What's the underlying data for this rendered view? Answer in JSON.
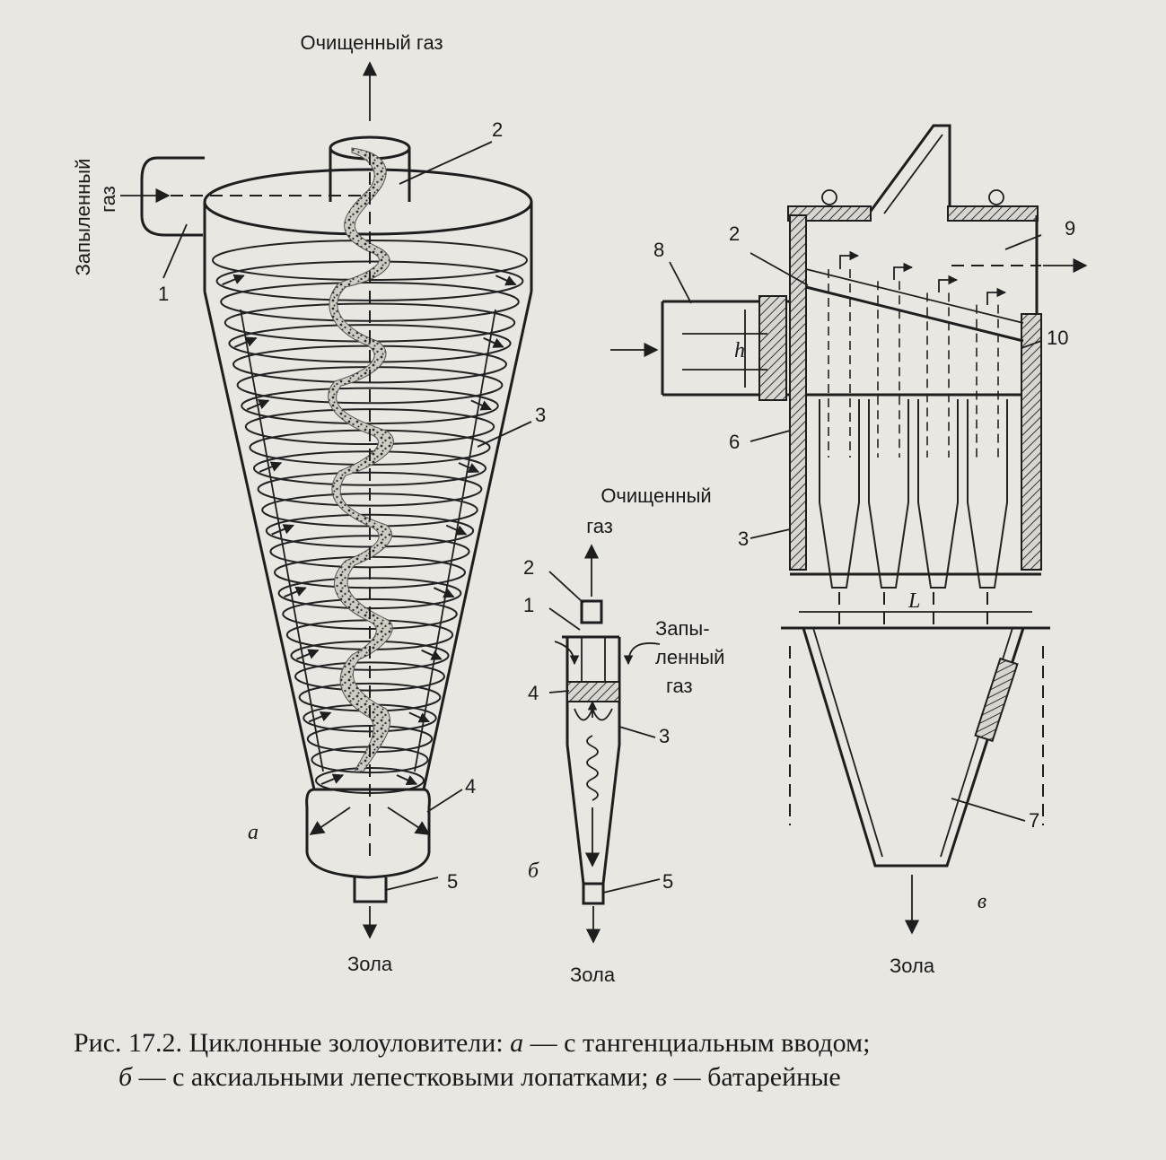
{
  "figure_a": {
    "clean_gas": "Очищенный газ",
    "dusty_gas_1": "Запыленный",
    "dusty_gas_2": "газ",
    "ash": "Зола",
    "letter": "а",
    "numbers": [
      "1",
      "2",
      "3",
      "4",
      "5"
    ]
  },
  "figure_b": {
    "clean_gas_1": "Очищенный",
    "clean_gas_2": "газ",
    "dusty_gas_1": "Запы-",
    "dusty_gas_2": "ленный",
    "dusty_gas_3": "газ",
    "ash": "Зола",
    "letter": "б",
    "numbers": [
      "1",
      "2",
      "3",
      "4",
      "5"
    ]
  },
  "figure_c": {
    "ash": "Зола",
    "letter": "в",
    "dim_h": "h",
    "dim_L": "L",
    "numbers": [
      "2",
      "3",
      "6",
      "7",
      "8",
      "9",
      "10"
    ]
  },
  "caption": {
    "line1_prefix": "Рис. 17.2. Циклонные золоуловители: ",
    "line1_a": "а",
    "line1_a_text": " — с тангенциальным вводом;",
    "line2_b": "б",
    "line2_b_text": " — с аксиальными лепестковыми лопатками; ",
    "line2_c": "в",
    "line2_c_text": " — батарейные"
  }
}
